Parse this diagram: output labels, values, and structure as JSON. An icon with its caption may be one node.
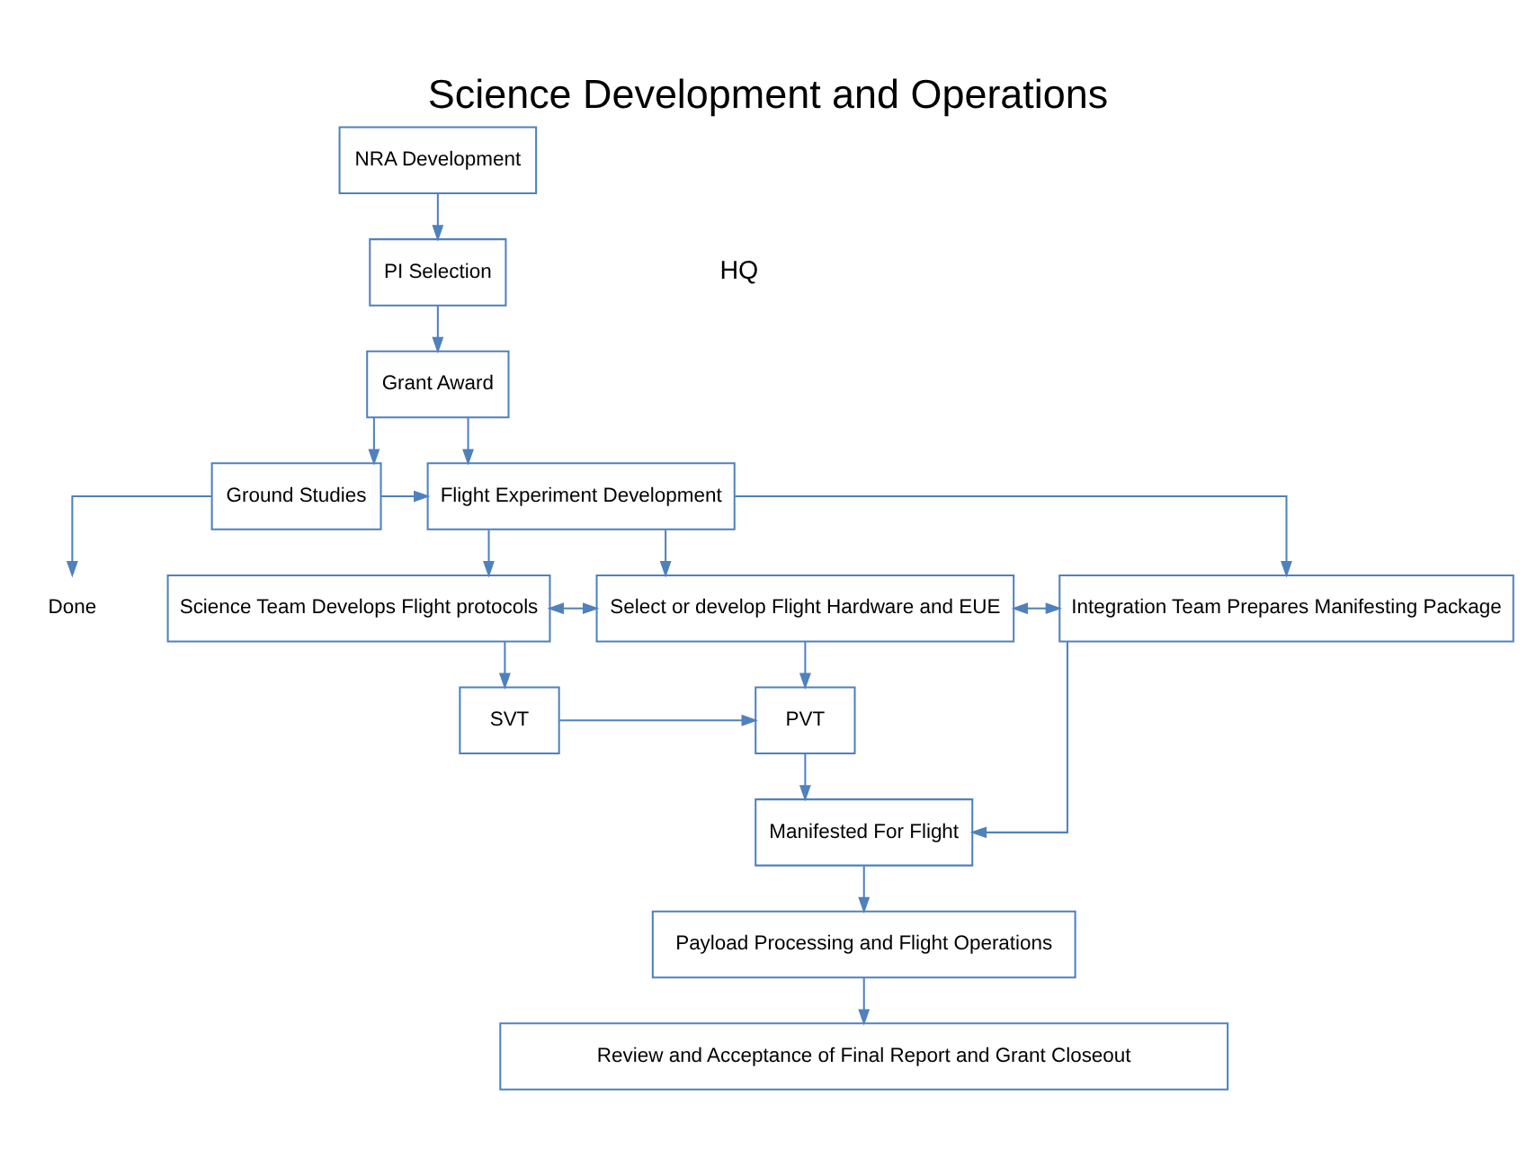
{
  "diagram": {
    "title": "Science Development and Operations",
    "nodes": [
      {
        "text": [
          "NRA Development"
        ]
      },
      {
        "text": [
          "PI Selection"
        ]
      },
      {
        "text": [
          "Grant Award"
        ]
      },
      {
        "text": [
          "Ground Studies"
        ]
      },
      {
        "text": [
          "Flight Experiment Development"
        ]
      },
      {
        "text": [
          "Done"
        ]
      },
      {
        "text": [
          "Science Team Develops Flight protocols"
        ]
      },
      {
        "text": [
          "Select or develop Flight Hardware and EUE"
        ]
      },
      {
        "text": [
          "Integration Team Prepares Manifesting Package"
        ]
      },
      {
        "text": [
          "SVT"
        ]
      },
      {
        "text": [
          "PVT"
        ]
      },
      {
        "text": [
          "Manifested For Flight"
        ]
      },
      {
        "text": [
          "Payload Processing and Flight Operations"
        ]
      },
      {
        "text": [
          "Review and Acceptance of Final Report and Grant Closeout"
        ]
      }
    ],
    "edges": [
      {
        "from": 0,
        "to": 1,
        "arrow": "to"
      },
      {
        "from": 1,
        "to": 2,
        "arrow": "to"
      },
      {
        "from": 2,
        "to": 3,
        "arrow": "to"
      },
      {
        "from": 2,
        "to": 4,
        "arrow": "to"
      },
      {
        "from": 3,
        "to": 4,
        "arrow": "to"
      },
      {
        "from": 3,
        "to": 5,
        "arrow": "to"
      },
      {
        "from": 4,
        "to": 6,
        "arrow": "to"
      },
      {
        "from": 4,
        "to": 7,
        "arrow": "to"
      },
      {
        "from": 4,
        "to": 8,
        "arrow": "to"
      },
      {
        "from": 6,
        "to": 7,
        "arrow": "both"
      },
      {
        "from": 7,
        "to": 8,
        "arrow": "both"
      },
      {
        "from": 6,
        "to": 9,
        "arrow": "to"
      },
      {
        "from": 9,
        "to": 10,
        "arrow": "to"
      },
      {
        "from": 7,
        "to": 10,
        "arrow": "to"
      },
      {
        "from": 8,
        "to": 11,
        "arrow": "to"
      },
      {
        "from": 10,
        "to": 11,
        "arrow": "to"
      },
      {
        "from": 11,
        "to": 12,
        "arrow": "to"
      },
      {
        "from": 12,
        "to": 13,
        "arrow": "to"
      }
    ],
    "labels": [
      "HQ"
    ]
  }
}
